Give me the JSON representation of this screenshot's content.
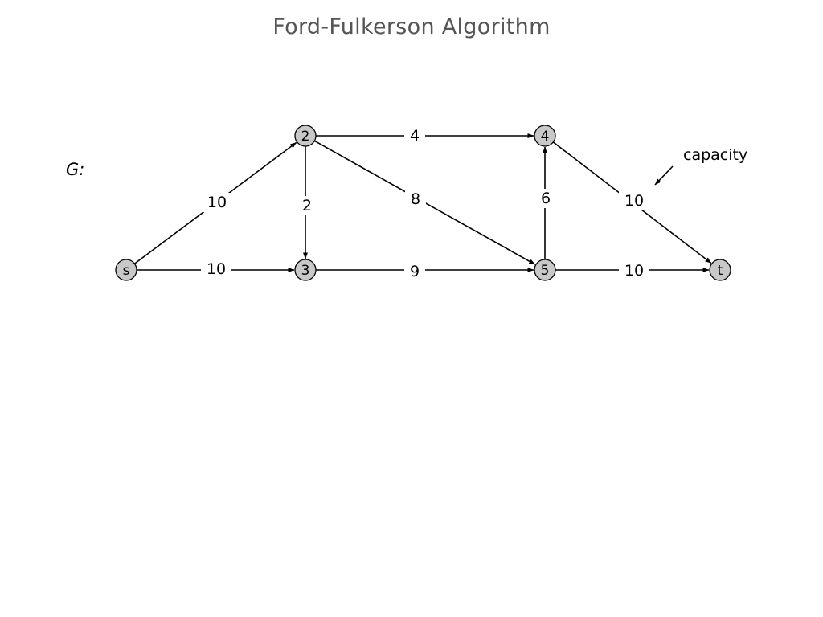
{
  "title": "Ford-Fulkerson Algorithm",
  "graph_label": "G:",
  "annotation": {
    "text": "capacity"
  },
  "nodes": [
    {
      "id": "s",
      "label": "s"
    },
    {
      "id": "2",
      "label": "2"
    },
    {
      "id": "3",
      "label": "3"
    },
    {
      "id": "4",
      "label": "4"
    },
    {
      "id": "5",
      "label": "5"
    },
    {
      "id": "t",
      "label": "t"
    }
  ],
  "edges": [
    {
      "from": "s",
      "to": "2",
      "capacity": "10"
    },
    {
      "from": "s",
      "to": "3",
      "capacity": "10"
    },
    {
      "from": "2",
      "to": "3",
      "capacity": "2"
    },
    {
      "from": "2",
      "to": "4",
      "capacity": "4"
    },
    {
      "from": "2",
      "to": "5",
      "capacity": "8"
    },
    {
      "from": "3",
      "to": "5",
      "capacity": "9"
    },
    {
      "from": "5",
      "to": "4",
      "capacity": "6"
    },
    {
      "from": "4",
      "to": "t",
      "capacity": "10"
    },
    {
      "from": "5",
      "to": "t",
      "capacity": "10"
    }
  ]
}
